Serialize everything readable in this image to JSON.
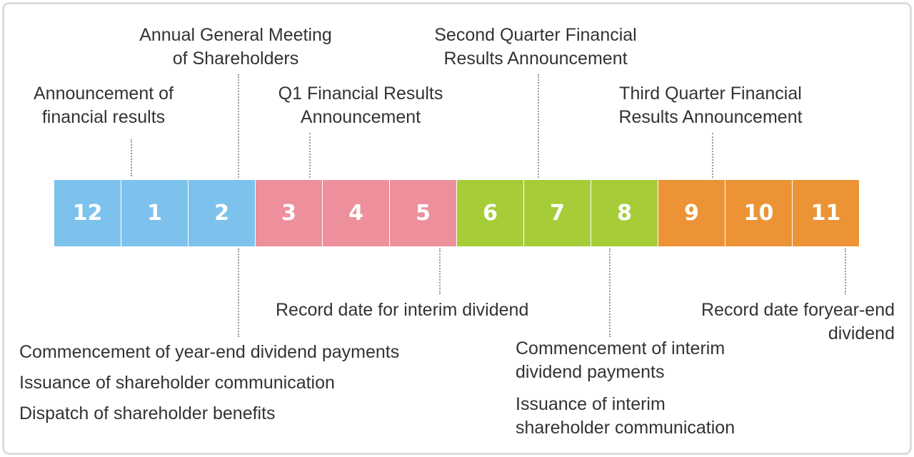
{
  "months": [
    {
      "label": "12",
      "color": "#7dc2ec"
    },
    {
      "label": "1",
      "color": "#7dc2ec"
    },
    {
      "label": "2",
      "color": "#7dc2ec"
    },
    {
      "label": "3",
      "color": "#ee8f9c"
    },
    {
      "label": "4",
      "color": "#ee8f9c"
    },
    {
      "label": "5",
      "color": "#ee8f9c"
    },
    {
      "label": "6",
      "color": "#a6cd38"
    },
    {
      "label": "7",
      "color": "#a6cd38"
    },
    {
      "label": "8",
      "color": "#a6cd38"
    },
    {
      "label": "9",
      "color": "#ec9435"
    },
    {
      "label": "10",
      "color": "#ec9435"
    },
    {
      "label": "11",
      "color": "#ec9435"
    }
  ],
  "events_above": {
    "announcement_results": [
      "Announcement of",
      "financial results"
    ],
    "agm": [
      "Annual General Meeting",
      "of Shareholders"
    ],
    "q1": [
      "Q1 Financial Results",
      "Announcement"
    ],
    "q2": [
      "Second Quarter Financial",
      "Results Announcement"
    ],
    "q3": [
      "Third Quarter Financial",
      "Results Announcement"
    ]
  },
  "events_below": {
    "record_interim": [
      "Record date for interim dividend"
    ],
    "record_year_end": [
      "Record date foryear-end",
      "dividend"
    ],
    "feb_items": [
      "Commencement of year-end dividend payments",
      "Issuance of shareholder communication",
      "Dispatch of shareholder benefits"
    ],
    "aug_items": [
      [
        "Commencement of interim",
        "dividend payments"
      ],
      [
        "Issuance of interim",
        "shareholder communication"
      ]
    ]
  }
}
